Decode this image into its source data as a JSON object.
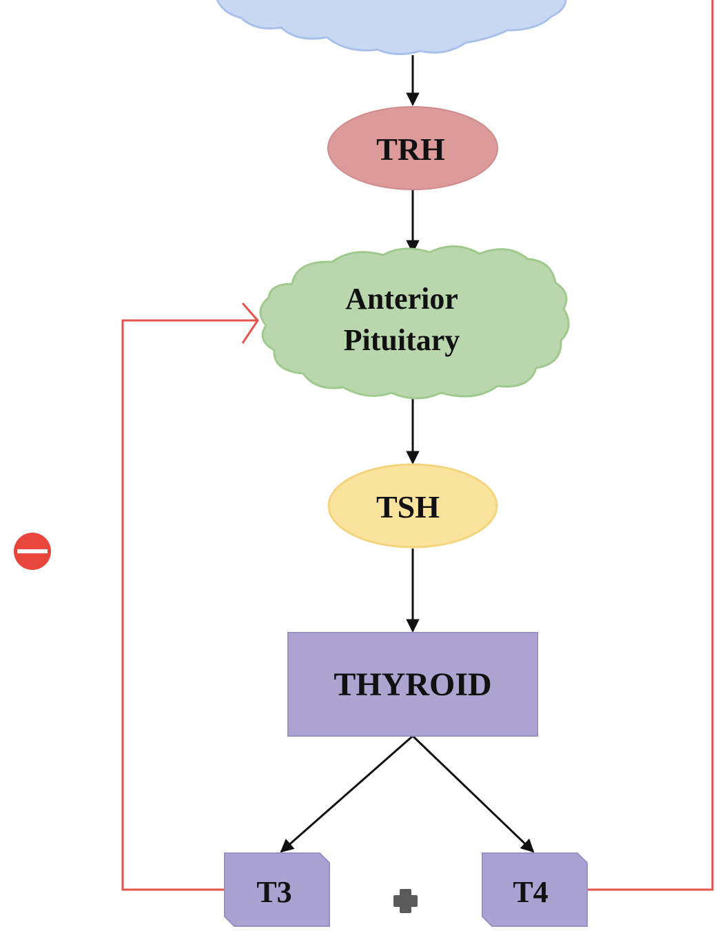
{
  "diagram": {
    "nodes": {
      "trh": {
        "label": "TRH"
      },
      "anterior_pituitary": {
        "line1": "Anterior",
        "line2": "Pituitary"
      },
      "tsh": {
        "label": "TSH"
      },
      "thyroid": {
        "label": "THYROID"
      },
      "t3": {
        "label": "T3"
      },
      "t4": {
        "label": "T4"
      }
    },
    "symbols": {
      "inhibition": "minus",
      "combination": "plus"
    },
    "colors": {
      "hypothalamus_fill": "#c9d8f2",
      "hypothalamus_stroke": "#a9c1ea",
      "trh_fill": "#dc9a9b",
      "pituitary_fill": "#b9d6ad",
      "pituitary_stroke": "#9fca8e",
      "tsh_fill": "#fae39d",
      "tsh_stroke": "#f4d57e",
      "thyroid_fill": "#ada4d1",
      "thyroid_stroke": "#9a8fc6",
      "hormone_fill": "#aaa2d0",
      "feedback_line": "#e5534b",
      "inhibition_badge": "#e8463c",
      "plus_sign": "#5a5a5a",
      "arrow": "#111111"
    }
  }
}
